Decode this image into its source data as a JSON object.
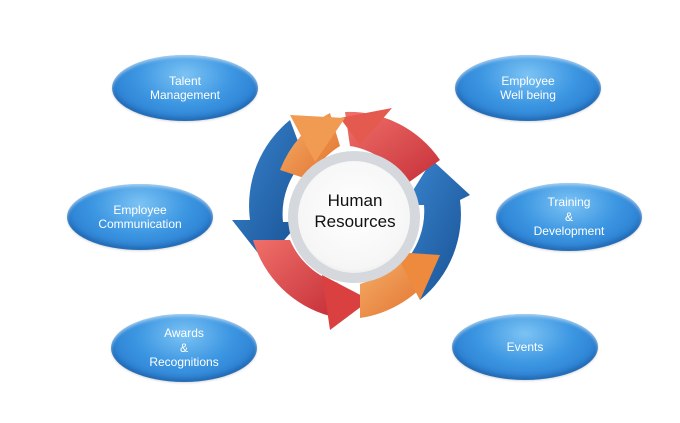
{
  "center": {
    "label": "Human\nResources"
  },
  "nodes": [
    {
      "id": "talent-management",
      "label": "Talent\nManagement"
    },
    {
      "id": "employee-well-being",
      "label": "Employee\nWell being"
    },
    {
      "id": "employee-communication",
      "label": "Employee\nCommunication"
    },
    {
      "id": "training-development",
      "label": "Training\n&\nDevelopment"
    },
    {
      "id": "awards-recognitions",
      "label": "Awards\n&\nRecognitions"
    },
    {
      "id": "events",
      "label": "Events"
    }
  ],
  "colors": {
    "oval_fill": "#3d97e2",
    "arrow_blue": "#1f5fa8",
    "arrow_red": "#d9403f",
    "arrow_orange": "#ee8a3e",
    "center_ring": "#d5d8dc"
  }
}
